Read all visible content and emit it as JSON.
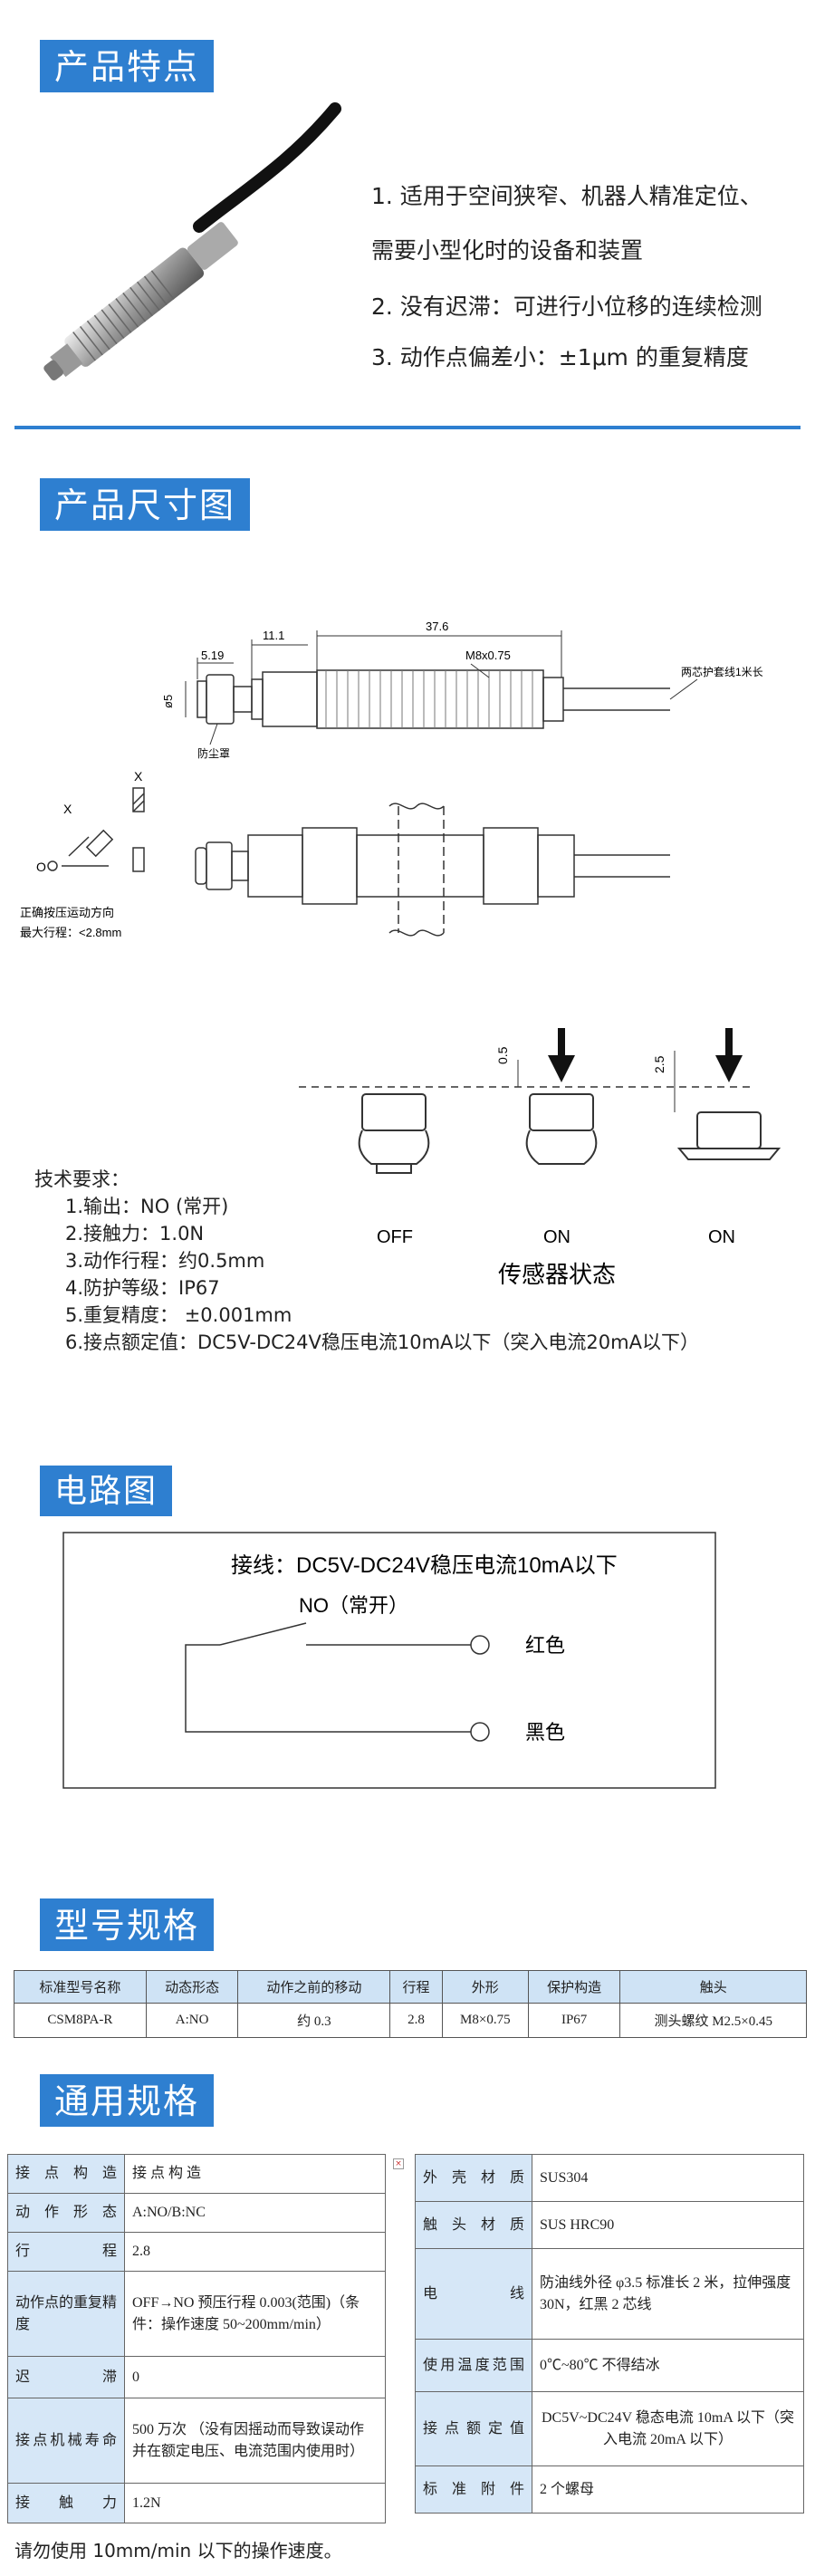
{
  "sections": {
    "features": "产品特点",
    "dimensions": "产品尺寸图",
    "circuit": "电路图",
    "models": "型号规格",
    "general": "通用规格"
  },
  "features": [
    "1. 适用于空间狭窄、机器人精准定位、",
    "需要小型化时的设备和装置",
    "2. 没有迟滞：可进行小位移的连续检测",
    "3. 动作点偏差小：±1μm 的重复精度"
  ],
  "drawing": {
    "dim_376": "37.6",
    "dim_111": "11.1",
    "dim_519": "5.19",
    "thread": "M8x0.75",
    "dia": "ø5",
    "cable": "两芯护套线1米长",
    "dust": "防尘罩",
    "axis_x": "X",
    "axis_o": "O",
    "dir_note": "正确按压运动方向",
    "max_stroke": "最大行程：<2.8mm",
    "d05": "0.5",
    "d25": "2.5",
    "off": "OFF",
    "on1": "ON",
    "on2": "ON",
    "state_title": "传感器状态"
  },
  "tech": {
    "title": "技术要求：",
    "items": [
      "1.输出：NO (常开)",
      "2.接触力：1.0N",
      "3.动作行程：约0.5mm",
      "4.防护等级：IP67",
      "5.重复精度：  ±0.001mm",
      "6.接点额定值：DC5V-DC24V稳压电流10mA以下（突入电流20mA以下）"
    ]
  },
  "circuit": {
    "wiring": "接线：DC5V-DC24V稳压电流10mA以下",
    "no": "NO（常开）",
    "red": "红色",
    "black": "黑色"
  },
  "model_table": {
    "headers": [
      "标准型号名称",
      "动态形态",
      "动作之前的移动",
      "行程",
      "外形",
      "保护构造",
      "触头"
    ],
    "row": [
      "CSM8PA-R",
      "A:NO",
      "约 0.3",
      "2.8",
      "M8×0.75",
      "IP67",
      "测头螺纹 M2.5×0.45"
    ]
  },
  "spec_left": [
    [
      "接点构造",
      "接 点 构 造"
    ],
    [
      "动作形态",
      "A:NO/B:NC"
    ],
    [
      "行程",
      "2.8"
    ],
    [
      "动作点的重复精度",
      "OFF→NO 预压行程 0.003(范围)（条件：操作速度 50~200mm/min）"
    ],
    [
      "迟滞",
      "0"
    ],
    [
      "接点机械寿命",
      "500 万次 （没有因摇动而导致误动作并在额定电压、电流范围内使用时）"
    ],
    [
      "接触力",
      "1.2N"
    ]
  ],
  "spec_right": [
    [
      "外壳材质",
      "SUS304"
    ],
    [
      "触头材质",
      "SUS HRC90"
    ],
    [
      "电线",
      "防油线外径 φ3.5 标准长 2 米，拉伸强度 30N，红黑 2 芯线"
    ],
    [
      "使用温度范围",
      "0℃~80℃ 不得结冰"
    ],
    [
      "接点额定值",
      "DC5V~DC24V 稳态电流 10mA 以下（突入电流 20mA 以下）"
    ],
    [
      "标准附件",
      "2 个螺母"
    ]
  ],
  "note": "请勿使用 10mm/min 以下的操作速度。",
  "colors": {
    "accent": "#2e7fd0",
    "header_bg": "#cfe3f5"
  }
}
